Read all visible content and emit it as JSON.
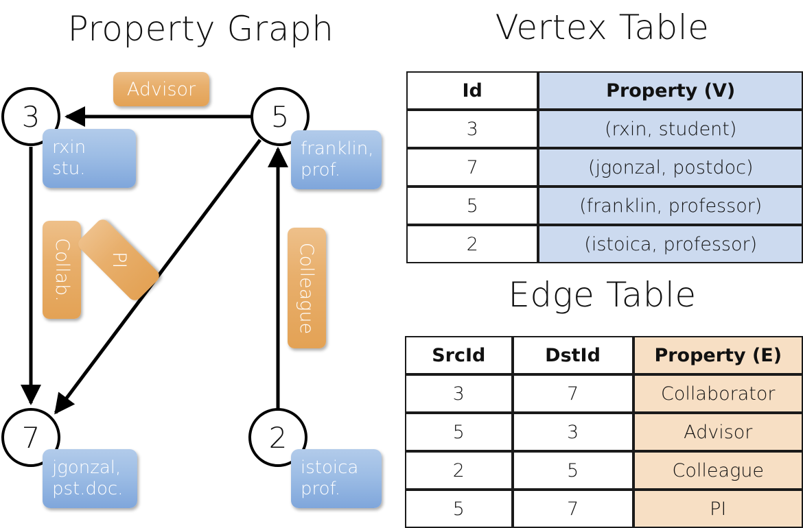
{
  "titles": {
    "property_graph": "Property Graph",
    "vertex_table": "Vertex Table",
    "edge_table": "Edge Table"
  },
  "graph": {
    "vertices": [
      {
        "id": "3",
        "property_lines": [
          "rxin",
          "stu."
        ]
      },
      {
        "id": "5",
        "property_lines": [
          "franklin,",
          "prof."
        ]
      },
      {
        "id": "7",
        "property_lines": [
          "jgonzal,",
          "pst.doc."
        ]
      },
      {
        "id": "2",
        "property_lines": [
          "istoica",
          "prof."
        ]
      }
    ],
    "edge_labels": [
      {
        "name": "advisor-label",
        "text": "Advisor"
      },
      {
        "name": "collab-label",
        "text": "Collab."
      },
      {
        "name": "pi-label",
        "text": "PI"
      },
      {
        "name": "colleague-label",
        "text": "Colleague"
      }
    ]
  },
  "vertex_table": {
    "headers": [
      "Id",
      "Property (V)"
    ],
    "rows": [
      {
        "id": "3",
        "property": "(rxin, student)"
      },
      {
        "id": "7",
        "property": "(jgonzal, postdoc)"
      },
      {
        "id": "5",
        "property": "(franklin, professor)"
      },
      {
        "id": "2",
        "property": "(istoica, professor)"
      }
    ]
  },
  "edge_table": {
    "headers": [
      "SrcId",
      "DstId",
      "Property (E)"
    ],
    "rows": [
      {
        "src": "3",
        "dst": "7",
        "property": "Collaborator"
      },
      {
        "src": "5",
        "dst": "3",
        "property": "Advisor"
      },
      {
        "src": "2",
        "dst": "5",
        "property": "Colleague"
      },
      {
        "src": "5",
        "dst": "7",
        "property": "PI"
      }
    ]
  },
  "colors": {
    "vertex_property_fill": "#9dbde5",
    "edge_label_fill": "#e8af6c",
    "vertex_table_property_bg": "#ccdaef",
    "edge_table_property_bg": "#f7dfc4",
    "stroke": "#000000",
    "background": "#ffffff"
  }
}
